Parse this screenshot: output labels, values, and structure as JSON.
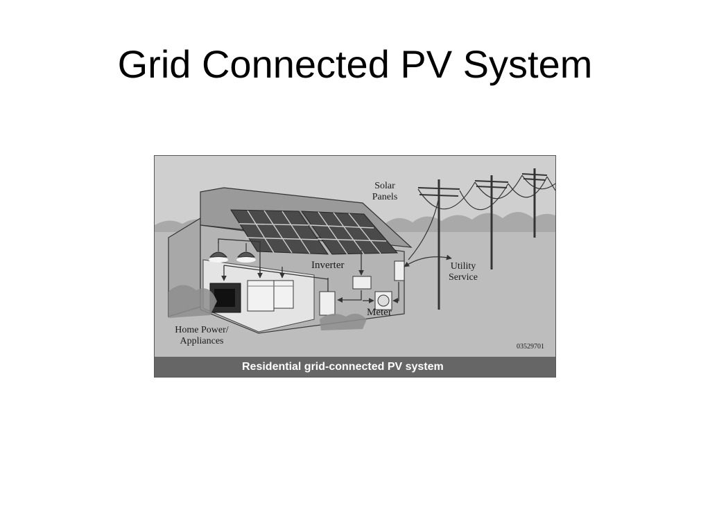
{
  "slide": {
    "title": "Grid Connected PV System"
  },
  "figure": {
    "labels": {
      "solar_panels_line1": "Solar",
      "solar_panels_line2": "Panels",
      "inverter": "Inverter",
      "utility_line1": "Utility",
      "utility_line2": "Service",
      "meter": "Meter",
      "home_line1": "Home Power/",
      "home_line2": "Appliances",
      "code": "03529701"
    },
    "caption": "Residential grid-connected PV system"
  }
}
